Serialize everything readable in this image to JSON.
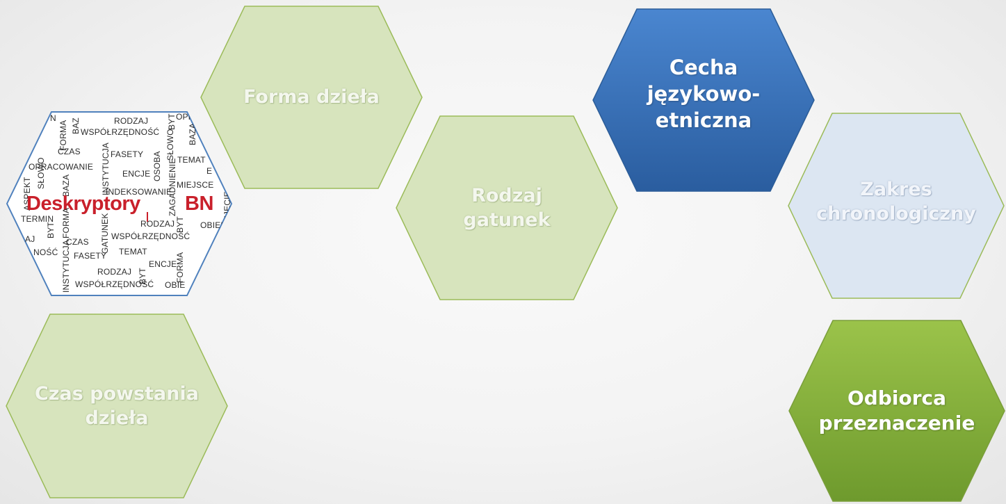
{
  "hexagons": {
    "forma": "Forma dzieła",
    "rodzaj": "Rodzaj\ngatunek",
    "cecha": "Cecha\njęzykowo-\netniczna",
    "zakres": "Zakres\nchronologiczny",
    "czas": "Czas powstania\ndzieła",
    "odbiorca": "Odbiorca\nprzeznaczenie"
  },
  "logo": {
    "brand_left": "Deskryptory",
    "brand_right": "BN",
    "words": {
      "rodzaj_1": "RODZAJ",
      "wspolrzednosc_1": "WSPÓŁRZĘDNOŚĆ",
      "forma_1": "FORMA",
      "baza_1": "BAZ",
      "byt_1": "BYT",
      "opraco_1": "OPRAC",
      "slowo_1": "SŁOWO",
      "czas_1": "CZAS",
      "fasety_1": "FASETY",
      "instytucja_1": "INSTYTUCJA",
      "temat_1": "TEMAT",
      "opracowanie_1": "OPRACOWANIE",
      "encje_1": "ENCJE",
      "osoba_1": "OSOBA",
      "zagadnienie_1": "ZAGADNIENIE",
      "slowo_2": "SŁOWO",
      "baza_2": "BAZA",
      "aspekt_1": "ASPEKT",
      "indeksowanie_1": "INDEKSOWANIE",
      "miejsce_1": "MIEJSCE",
      "ujecie_1": "UJĘCIE",
      "termin_1": "TERMIN",
      "gatunek_1": "GATUNEK",
      "forma_2": "FORMA",
      "byt_2": "BYT",
      "rodzaj_2": "RODZAJ",
      "obiekt_1": "OBIEKT",
      "czas_2": "CZAS",
      "wspolrzednosc_2": "WSPÓŁRZĘDNOŚĆ",
      "aj_1": "AJ",
      "nosc_1": "NOŚĆ",
      "fasety_2": "FASETY",
      "temat_2": "TEMAT",
      "encje_2": "ENCJE",
      "rodzaj_3": "RODZAJ",
      "byt_3": "BYT",
      "forma_3": "FORMA",
      "instytucja_2": "INSTYTUCJA",
      "wspolrzednosc_3": "WSPÓŁRZĘDNOŚĆ",
      "obiekt_2": "OBIE",
      "cz_1": "CZ",
      "n_1": "N",
      "e_1": "E"
    }
  },
  "colors": {
    "light_green_fill": "#d7e4bd",
    "light_green_stroke": "#9bbb59",
    "blue_fill_top": "#4a86d0",
    "blue_fill_bottom": "#2a5d9f",
    "light_blue_fill": "#dce6f2",
    "green_fill_top": "#9bc34a",
    "green_fill_bottom": "#6e9a2d",
    "brand_red": "#c9202b"
  }
}
